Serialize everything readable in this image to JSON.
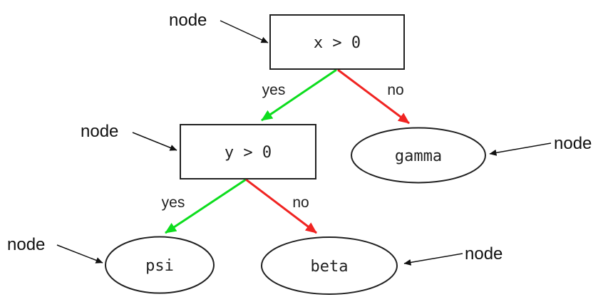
{
  "diagram": {
    "type": "decision-tree",
    "nodes": [
      {
        "id": "root",
        "shape": "rect",
        "label": "x > 0"
      },
      {
        "id": "left",
        "shape": "rect",
        "label": "y > 0"
      },
      {
        "id": "gamma",
        "shape": "ellipse",
        "label": "gamma"
      },
      {
        "id": "psi",
        "shape": "ellipse",
        "label": "psi"
      },
      {
        "id": "beta",
        "shape": "ellipse",
        "label": "beta"
      }
    ],
    "edges": [
      {
        "from": "x > 0",
        "to": "y > 0",
        "label": "yes",
        "color": "#0ddd1e"
      },
      {
        "from": "x > 0",
        "to": "gamma",
        "label": "no",
        "color": "#f02422"
      },
      {
        "from": "y > 0",
        "to": "psi",
        "label": "yes",
        "color": "#0ddd1e"
      },
      {
        "from": "y > 0",
        "to": "beta",
        "label": "no",
        "color": "#f02422"
      }
    ],
    "annotations": [
      {
        "target": "x > 0",
        "label": "node"
      },
      {
        "target": "y > 0",
        "label": "node"
      },
      {
        "target": "gamma",
        "label": "node"
      },
      {
        "target": "psi",
        "label": "node"
      },
      {
        "target": "beta",
        "label": "node"
      }
    ],
    "colors": {
      "yes_edge": "#0ddd1e",
      "no_edge": "#f02422",
      "outline": "#212121",
      "annotation": "#111111",
      "background": "#ffffff"
    }
  }
}
